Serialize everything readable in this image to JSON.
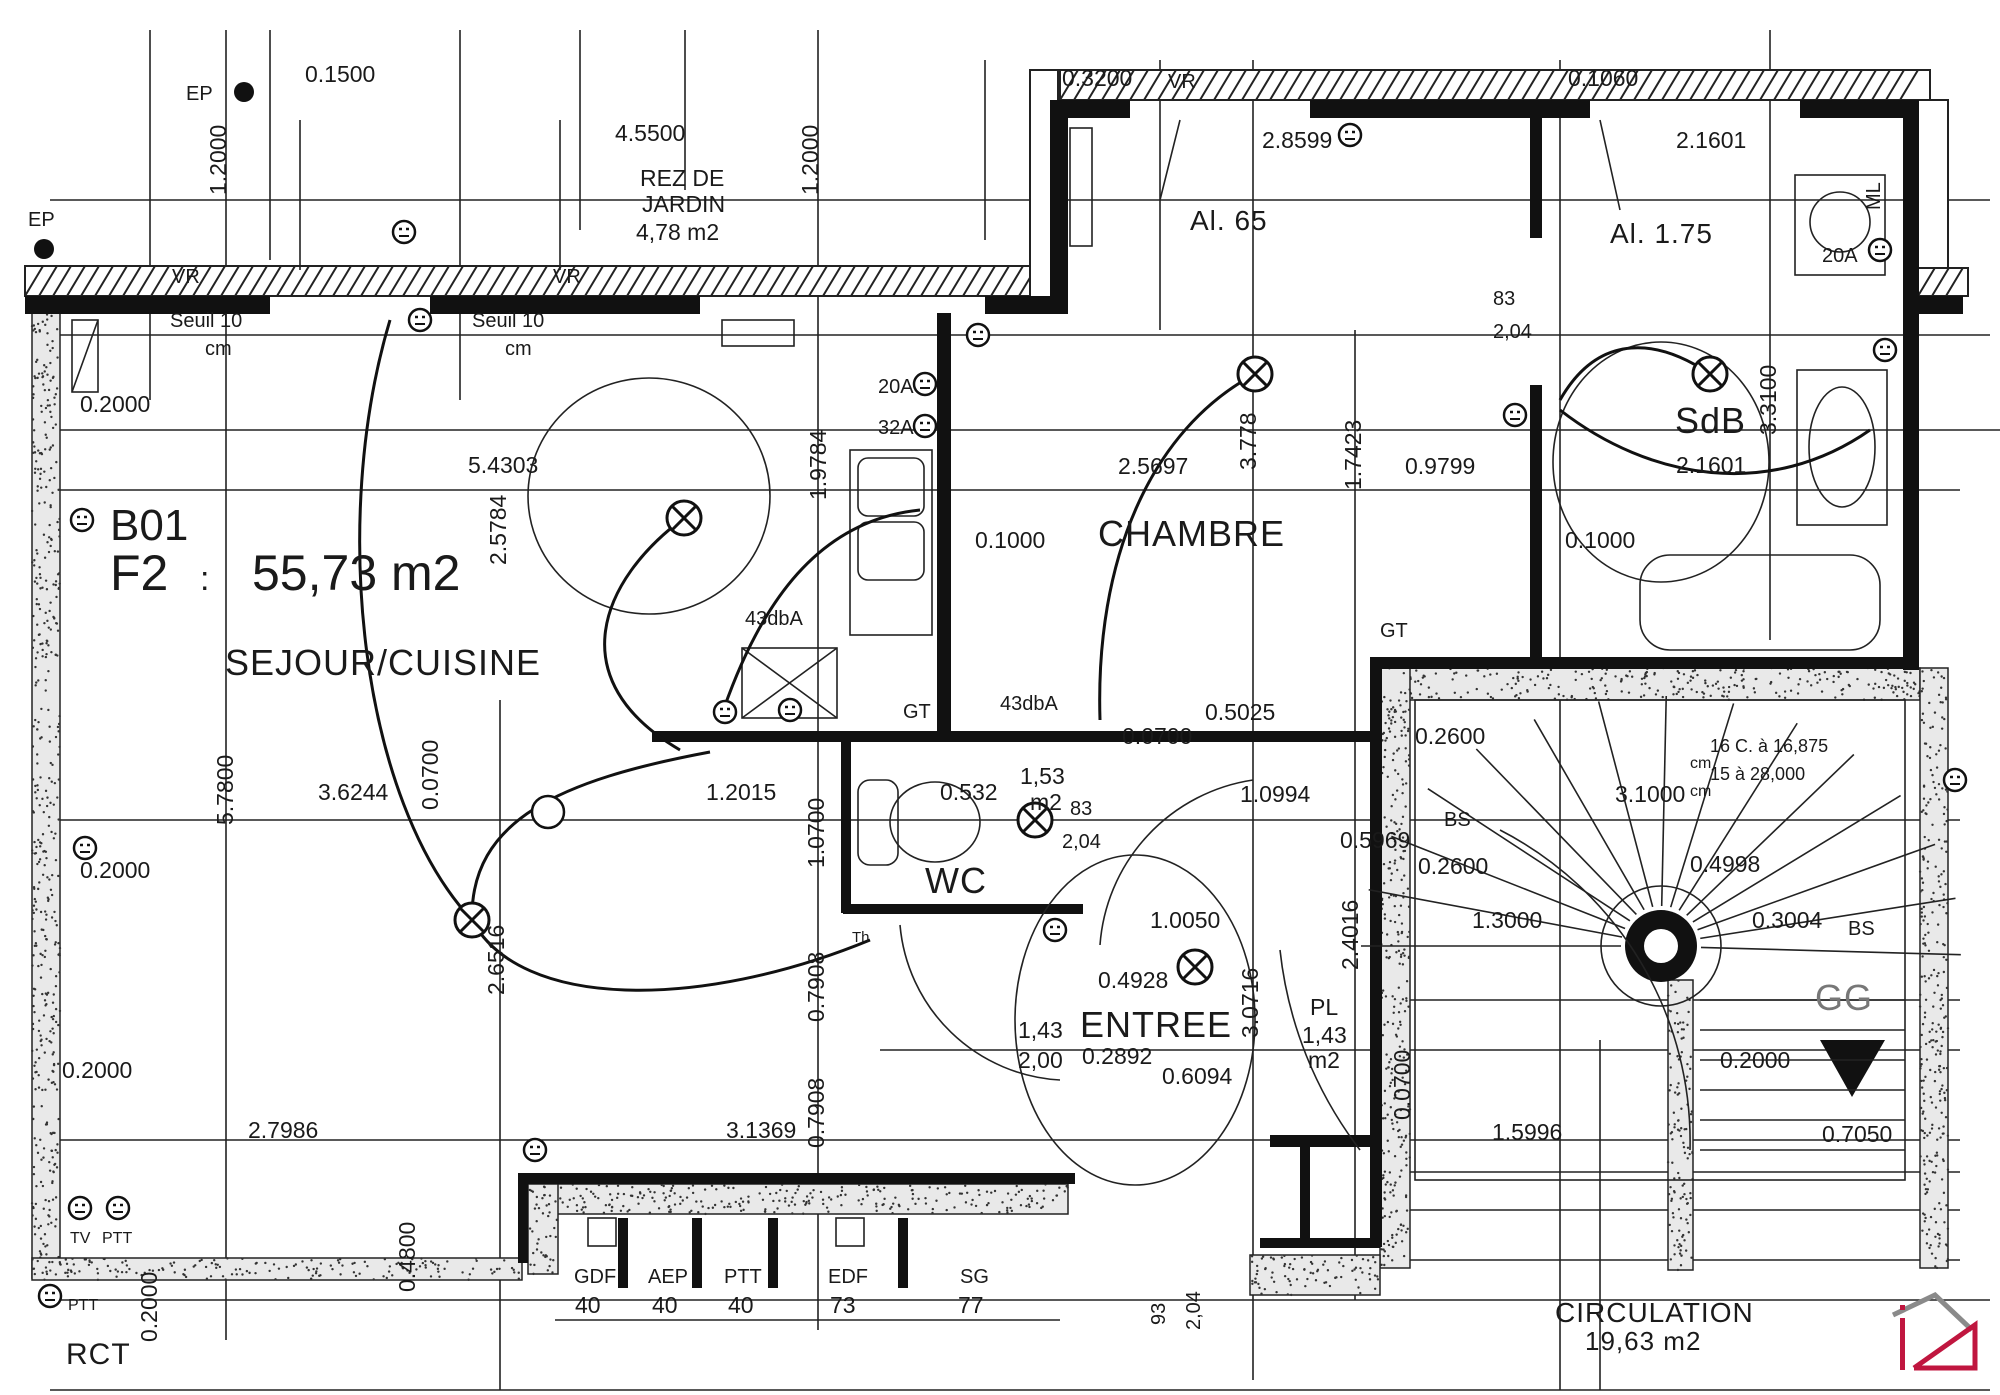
{
  "title": {
    "unit": "B01",
    "type": "F2",
    "sep": ":",
    "area": "55,73 m2"
  },
  "rooms": {
    "sejour": "SEJOUR/CUISINE",
    "chambre": "CHAMBRE",
    "sdb": "SdB",
    "wc": "WC",
    "wc_area": "1,53",
    "wc_m2": "m2",
    "entree": "ENTREE",
    "entree_area": "1,43",
    "entree_h": "2,00",
    "circulation": "CIRCULATION",
    "circulation_area": "19,63 m2",
    "jardin_1": "REZ DE",
    "jardin_2": "JARDIN",
    "jardin_area": "4,78 m2",
    "pl": "PL",
    "pl_area": "1,43",
    "pl_m2": "m2"
  },
  "labels": {
    "ep": "EP",
    "vr": "VR",
    "seuil": "Seuil 10",
    "cm": "cm",
    "a20": "20A",
    "a32": "32A",
    "db": "43dbA",
    "gt": "GT",
    "al65": "Al. 65",
    "al175": "Al. 1.75",
    "h83": "83",
    "h204": "2,04",
    "h93": "93",
    "ml": "ML",
    "stair1": "16 C. à 16,875",
    "stair2": "15 à 28,000",
    "gg": "GG",
    "th": "Th",
    "bs": "BS",
    "tv": "TV",
    "ptt": "PTT",
    "rct": "RCT"
  },
  "meters": [
    {
      "name": "GDF",
      "value": "40"
    },
    {
      "name": "AEP",
      "value": "40"
    },
    {
      "name": "PTT",
      "value": "40"
    },
    {
      "name": "EDF",
      "value": "73"
    },
    {
      "name": "SG",
      "value": "77"
    }
  ],
  "dims": [
    "0.1500",
    "4.5500",
    "1.2000",
    "1.2000",
    "0.3200",
    "0.1060",
    "0.2000",
    "5.4303",
    "2.5784",
    "1.9784",
    "2.8599",
    "3.778",
    "2.5697",
    "1.7423",
    "0.9799",
    "2.1601",
    "2.1601",
    "3.3100",
    "0.1000",
    "0.1000",
    "0.2600",
    "3.1000",
    "0.5969",
    "0.2600",
    "0.4998",
    "1.3000",
    "0.3004",
    "0.2000",
    "0.7050",
    "1.5996",
    "0.5025",
    "0.0700",
    "1.0994",
    "0.532",
    "1.2015",
    "3.6244",
    "0.0700",
    "5.7800",
    "1.0700",
    "1.0050",
    "0.4928",
    "0.2892",
    "0.6094",
    "3.0716",
    "2.4016",
    "2.6516",
    "0.7908",
    "0.7908",
    "0.2000",
    "0.2000",
    "2.7986",
    "3.1369",
    "0.4800",
    "0.2000",
    "0.0700"
  ],
  "colors": {
    "logo_primary": "#c0163f",
    "logo_roof": "#8a8a8a",
    "ink": "#111111"
  }
}
